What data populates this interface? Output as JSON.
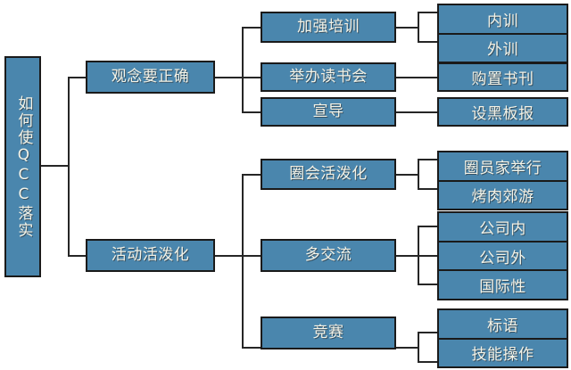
{
  "diagram": {
    "type": "tree",
    "title": "如何使QCC落实",
    "orientation": "left-to-right",
    "palette": {
      "node_fill": "#4a86ad",
      "node_border": "#1a1a1a",
      "node_text": "#f4f3e7",
      "connector": "#262626",
      "background": "#ffffff"
    },
    "root": {
      "label": "如何使QCC落实",
      "vertical_text": true
    },
    "branches": [
      {
        "label": "观念要正确",
        "children": [
          {
            "label": "加强培训",
            "leaves": [
              "内训",
              "外训"
            ]
          },
          {
            "label": "举办读书会",
            "leaves": [
              "购置书刊"
            ]
          },
          {
            "label": "宣导",
            "leaves": [
              "设黑板报"
            ]
          }
        ]
      },
      {
        "label": "活动活泼化",
        "children": [
          {
            "label": "圈会活泼化",
            "leaves": [
              "圈员家举行",
              "烤肉郊游"
            ]
          },
          {
            "label": "多交流",
            "leaves": [
              "公司内",
              "公司外",
              "国际性"
            ]
          },
          {
            "label": "竞赛",
            "leaves": [
              "标语",
              "技能操作"
            ]
          }
        ]
      }
    ],
    "nodes": {
      "root": "如何使QCC落实",
      "b1": "观念要正确",
      "b2": "活动活泼化",
      "b1c1": "加强培训",
      "b1c2": "举办读书会",
      "b1c3": "宣导",
      "b2c1": "圈会活泼化",
      "b2c2": "多交流",
      "b2c3": "竞赛",
      "b1c1l1": "内训",
      "b1c1l2": "外训",
      "b1c2l1": "购置书刊",
      "b1c3l1": "设黑板报",
      "b2c1l1": "圈员家举行",
      "b2c1l2": "烤肉郊游",
      "b2c2l1": "公司内",
      "b2c2l2": "公司外",
      "b2c2l3": "国际性",
      "b2c3l1": "标语",
      "b2c3l2": "技能操作"
    }
  }
}
